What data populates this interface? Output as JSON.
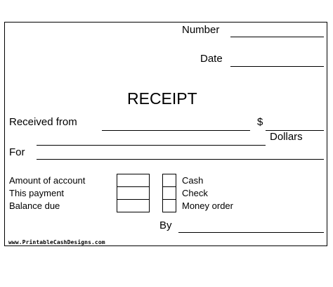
{
  "receipt": {
    "number_label": "Number",
    "date_label": "Date",
    "title": "RECEIPT",
    "received_from_label": "Received from",
    "currency_symbol": "$",
    "dollars_label": "Dollars",
    "for_label": "For",
    "amounts": {
      "amount_of_account": "Amount of account",
      "this_payment": "This payment",
      "balance_due": "Balance due"
    },
    "payment_methods": {
      "cash": "Cash",
      "check": "Check",
      "money_order": "Money order"
    },
    "by_label": "By",
    "footer_url": "www.PrintableCashDesigns.com"
  }
}
